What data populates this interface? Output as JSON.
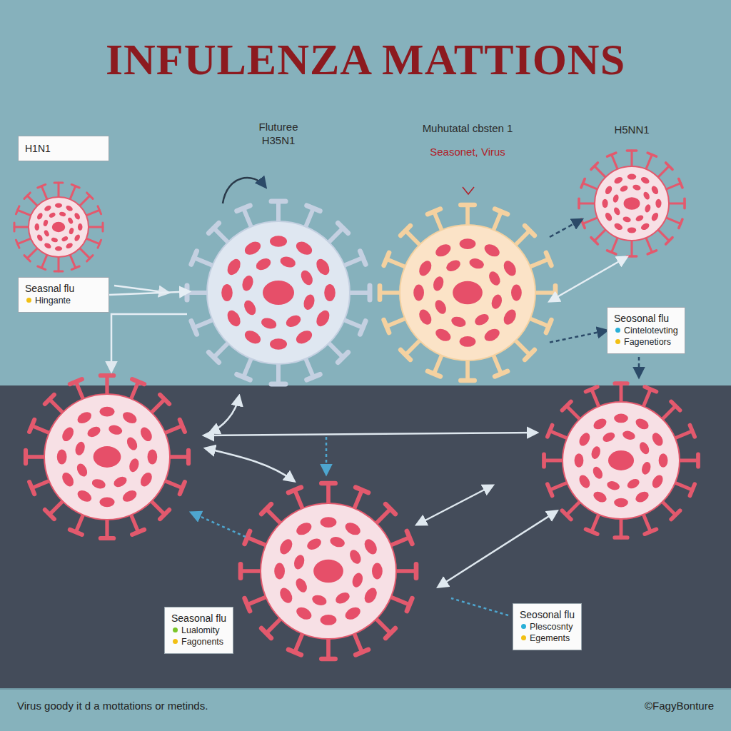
{
  "diagram": {
    "title": "INFULENZA MATTIONS",
    "caption": "Virus goody it d a mottations or metinds.",
    "nodes": [
      {
        "text": [
          "H1N1"
        ]
      },
      {
        "text": [
          "Seasnal flu",
          "Hingante"
        ]
      },
      {
        "text": [
          "Fluturee H35N1"
        ]
      },
      {
        "text": [
          "Muhutatal cbsten 1",
          "Seasonet, Virus"
        ]
      },
      {
        "text": [
          "H5NN1"
        ]
      },
      {
        "text": [
          "Seosonal flu",
          "Cintelotevting",
          "Fagenetiors"
        ]
      },
      {
        "text": [
          "Seasonal flu",
          "Lualomity",
          "Fagonents"
        ]
      },
      {
        "text": [
          "Seosonal flu",
          "Plescosnty",
          "Egements"
        ]
      }
    ],
    "edges": [
      {
        "from": 1,
        "to": 2,
        "arrow": "to"
      },
      {
        "from": 3,
        "to": 4,
        "arrow": "to"
      },
      {
        "from": 3,
        "to": 4,
        "arrow": "both"
      },
      {
        "from": 3,
        "to": 5,
        "arrow": "to"
      }
    ],
    "labels": [
      "©FagyBonture"
    ]
  }
}
